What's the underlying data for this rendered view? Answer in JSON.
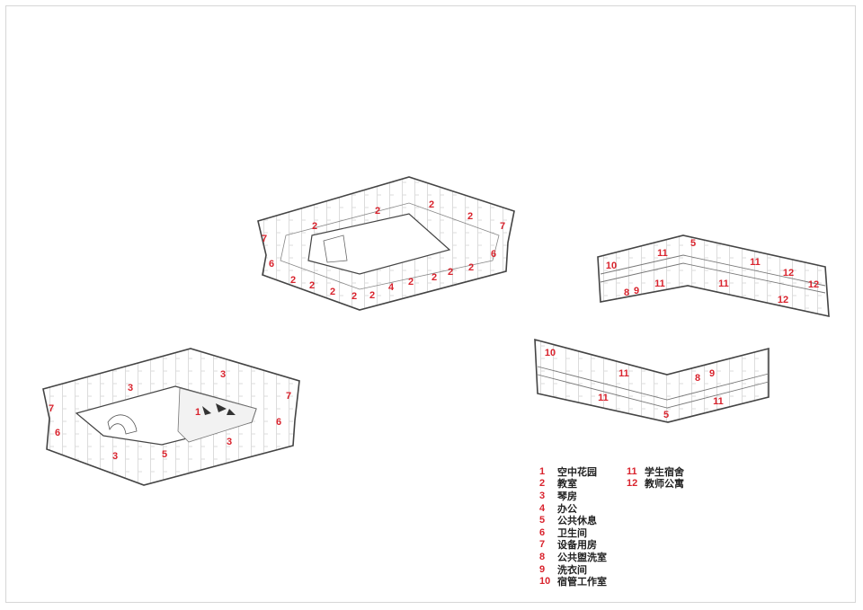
{
  "colors": {
    "label": "#d9232d",
    "wall": "#444444",
    "partition": "#9a9a9a",
    "background": "#ffffff"
  },
  "legend": [
    {
      "num": "1",
      "text": "空中花园"
    },
    {
      "num": "2",
      "text": "教室"
    },
    {
      "num": "3",
      "text": "琴房"
    },
    {
      "num": "4",
      "text": "办公"
    },
    {
      "num": "5",
      "text": "公共休息"
    },
    {
      "num": "6",
      "text": "卫生间"
    },
    {
      "num": "7",
      "text": "设备用房"
    },
    {
      "num": "8",
      "text": "公共盥洗室"
    },
    {
      "num": "9",
      "text": "洗衣间"
    },
    {
      "num": "10",
      "text": "宿管工作室"
    },
    {
      "num": "11",
      "text": "学生宿舍"
    },
    {
      "num": "12",
      "text": "教师公寓"
    }
  ],
  "plans": {
    "teaching": {
      "labels": [
        "7",
        "2",
        "2",
        "2",
        "2",
        "7",
        "6",
        "6",
        "2",
        "2",
        "2",
        "2",
        "2",
        "4",
        "2",
        "2",
        "2",
        "2"
      ]
    },
    "music": {
      "labels": [
        "3",
        "3",
        "7",
        "7",
        "6",
        "6",
        "3",
        "3",
        "1",
        "5"
      ]
    },
    "dorm_upper": {
      "labels": [
        "5",
        "10",
        "11",
        "11",
        "11",
        "11",
        "12",
        "12",
        "12",
        "8",
        "9"
      ]
    },
    "dorm_lower": {
      "labels": [
        "10",
        "11",
        "11",
        "11",
        "8",
        "9",
        "5"
      ]
    }
  }
}
